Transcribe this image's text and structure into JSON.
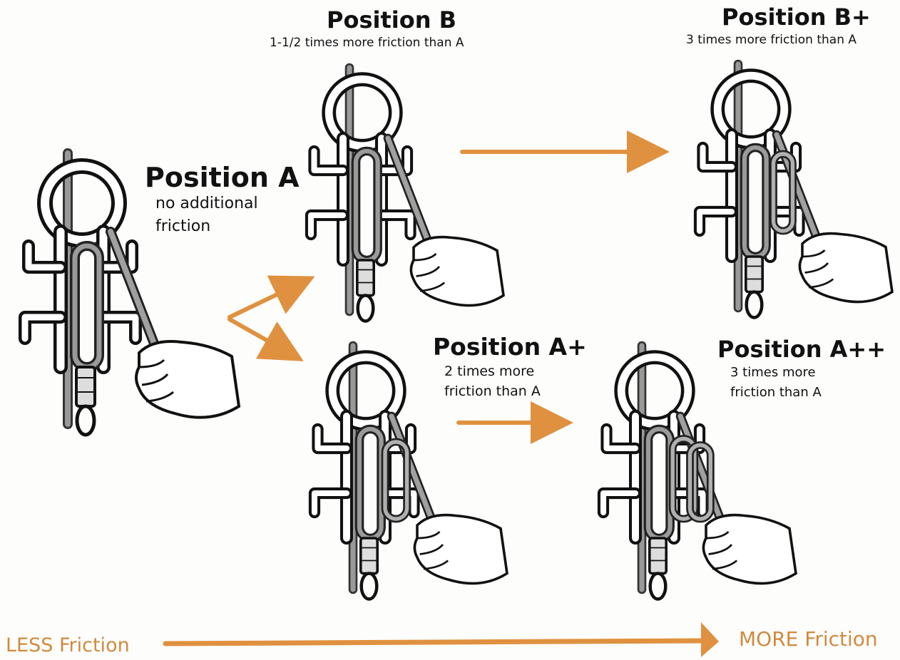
{
  "positions": {
    "a": {
      "title": "Position A",
      "desc_line1": "no additional",
      "desc_line2": "friction"
    },
    "b": {
      "title": "Position B",
      "desc": "1-1/2 times more friction than A"
    },
    "bp": {
      "title": "Position B+",
      "desc": "3 times more friction than A"
    },
    "ap": {
      "title": "Position A+",
      "desc_line1": "2 times more",
      "desc_line2": "friction than A"
    },
    "app": {
      "title": "Position A++",
      "desc_line1": "3 times more",
      "desc_line2": "friction than A"
    }
  },
  "scale": {
    "left_label": "LESS Friction",
    "right_label": "MORE Friction"
  },
  "colors": {
    "arrow": "#e0913f",
    "scale_text": "#d08a3e",
    "ink": "#111111",
    "rope": "#888888"
  },
  "icons": [
    "figure-eight-descender-icon",
    "carabiner-icon",
    "rope-icon",
    "hand-icon",
    "arrow-icon"
  ]
}
